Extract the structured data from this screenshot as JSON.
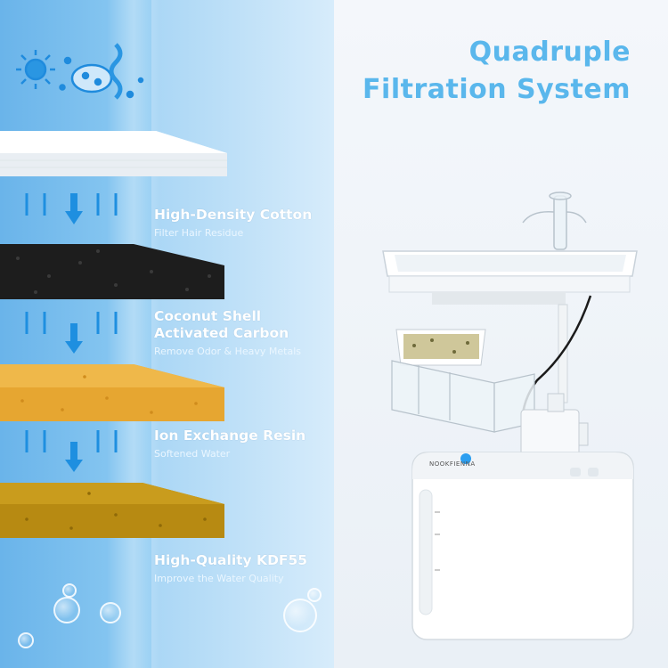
{
  "headline": {
    "line1": "Quadruple",
    "line2": "Filtration System"
  },
  "layers": [
    {
      "title_lines": [
        "High-Density Cotton"
      ],
      "subtitle": "Filter Hair Residue"
    },
    {
      "title_lines": [
        "Coconut Shell",
        "Activated Carbon"
      ],
      "subtitle": "Remove Odor & Heavy Metals"
    },
    {
      "title_lines": [
        "Ion Exchange Resin"
      ],
      "subtitle": "Softened Water"
    },
    {
      "title_lines": [
        "High-Quality KDF55"
      ],
      "subtitle": "Improve the Water Quality"
    }
  ],
  "device": {
    "brand": "NOOKFIENNA"
  },
  "colors": {
    "headline": "#5ab7ec",
    "cotton": "#ffffff",
    "carbon": "#1c1c1c",
    "resin": "#e6a631",
    "kdf": "#b88a10",
    "arrow": "#1e8fe0"
  }
}
